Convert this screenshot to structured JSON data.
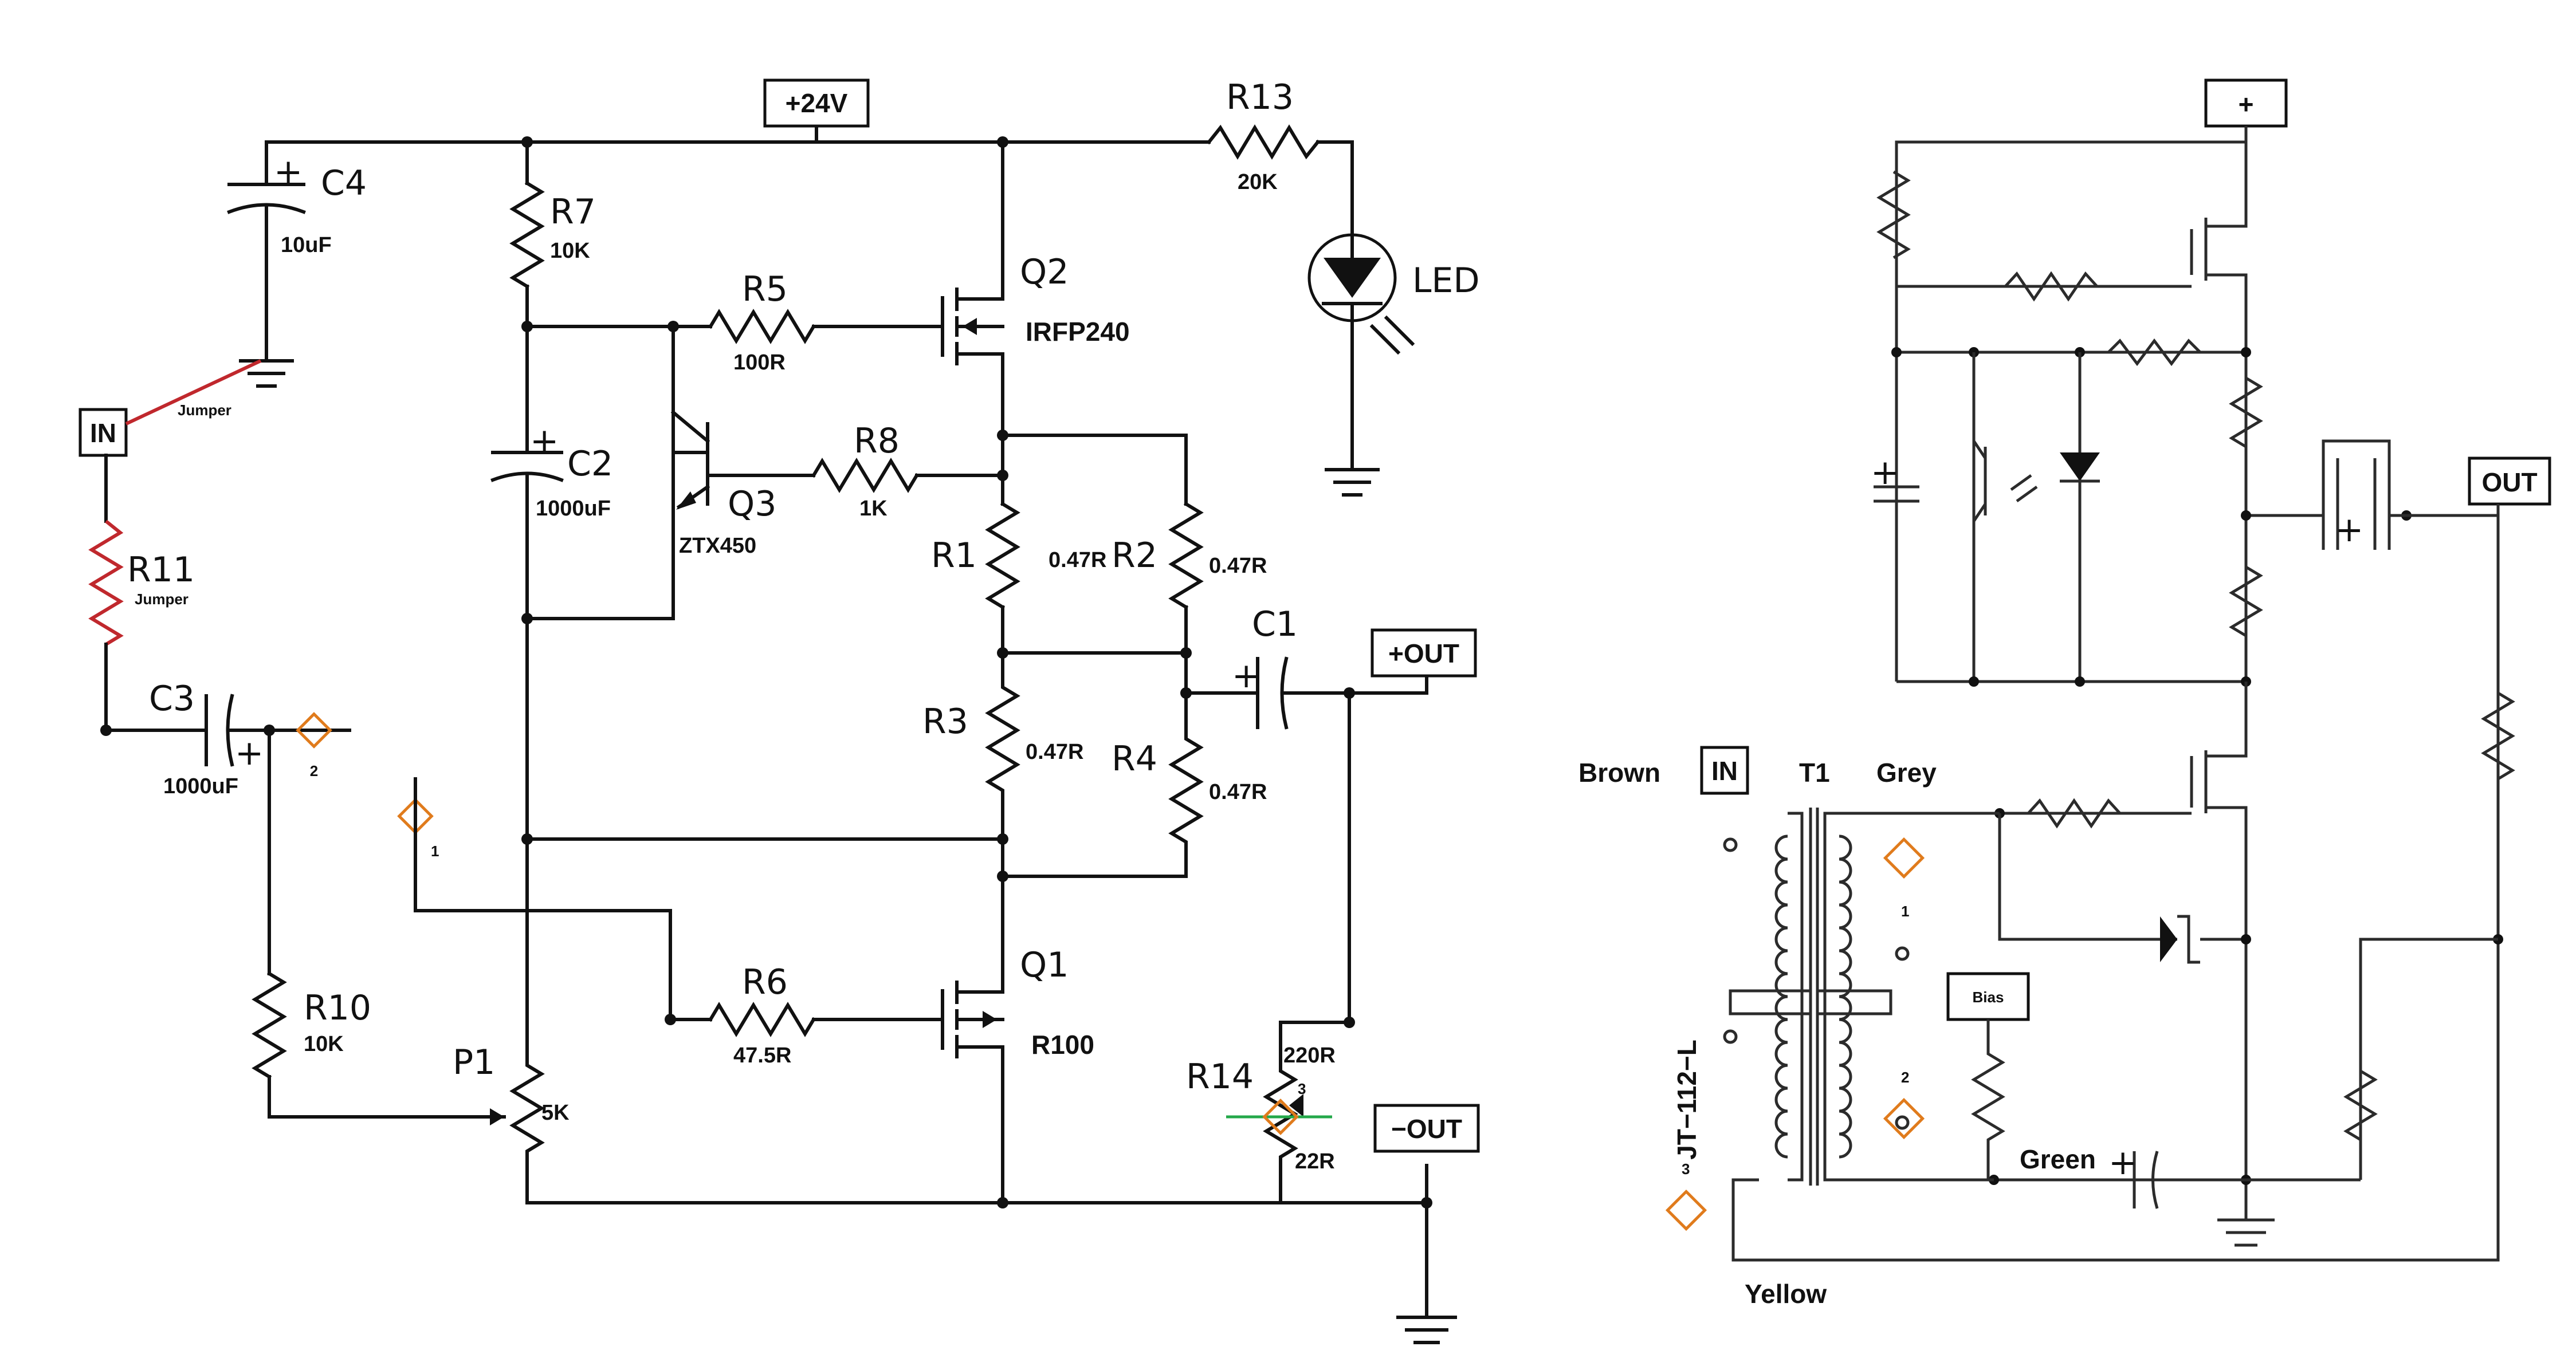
{
  "left": {
    "supply": "+24V",
    "c4": {
      "ref": "C4",
      "val": "10uF"
    },
    "in": "IN",
    "jumper1": "Jumper",
    "r11": {
      "ref": "R11",
      "note": "Jumper"
    },
    "c3": {
      "ref": "C3",
      "val": "1000uF"
    },
    "r7": {
      "ref": "R7",
      "val": "10K"
    },
    "c2": {
      "ref": "C2",
      "val": "1000uF"
    },
    "r5": {
      "ref": "R5",
      "val": "100R"
    },
    "q2": {
      "ref": "Q2",
      "part": "IRFP240"
    },
    "r8": {
      "ref": "R8",
      "val": "1K"
    },
    "q3": {
      "ref": "Q3",
      "part": "ZTX450"
    },
    "r13": {
      "ref": "R13",
      "val": "20K"
    },
    "led": "LED",
    "r1": {
      "ref": "R1",
      "val": "0.47R"
    },
    "r2": {
      "ref": "R2",
      "val": "0.47R"
    },
    "r3": {
      "ref": "R3",
      "val": "0.47R"
    },
    "r4": {
      "ref": "R4",
      "val": "0.47R"
    },
    "c1": {
      "ref": "C1"
    },
    "out_pos": "+OUT",
    "out_neg": "−OUT",
    "r10": {
      "ref": "R10",
      "val": "10K"
    },
    "p1": {
      "ref": "P1",
      "val": "5K"
    },
    "r6": {
      "ref": "R6",
      "val": "47.5R"
    },
    "q1": {
      "ref": "Q1",
      "part": "R100"
    },
    "r14": {
      "ref": "R14",
      "top": "220R",
      "bottom": "22R"
    },
    "plus": "+",
    "markers": [
      "1",
      "2",
      "3"
    ]
  },
  "right": {
    "plus_terminal": "+",
    "out": "OUT",
    "in": "IN",
    "t1": "T1",
    "brown": "Brown",
    "grey": "Grey",
    "green": "Green",
    "yellow": "Yellow",
    "bias": "Bias",
    "transformer_model": "JT−112−L",
    "plus": "+",
    "markers": [
      "1",
      "2",
      "3"
    ]
  }
}
